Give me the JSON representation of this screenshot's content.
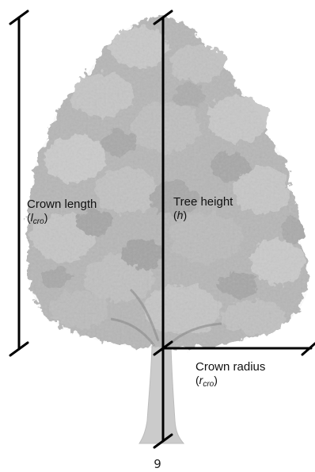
{
  "labels": {
    "crown_length": {
      "title": "Crown length",
      "open": "(",
      "symbol": "l",
      "subscript": "cro",
      "close": ")"
    },
    "tree_height": {
      "title": "Tree height",
      "open": "(",
      "symbol": "h",
      "subscript": "",
      "close": ")"
    },
    "crown_radius": {
      "title": "Crown radius",
      "open": "(",
      "symbol": "r",
      "subscript": "cro",
      "close": ")"
    }
  },
  "page_number": "9",
  "colors": {
    "foliage": "#b4b4b4",
    "foliage_light": "#d2d2d2",
    "foliage_dark": "#8e8e8e",
    "trunk": "#c9c9c9",
    "lines": "#000000"
  }
}
